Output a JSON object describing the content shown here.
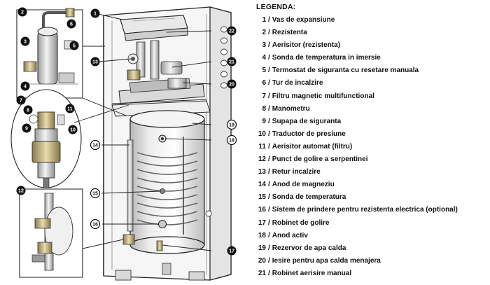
{
  "legend": {
    "title": "LEGENDA:",
    "items": [
      {
        "num": "1",
        "label": "Vas de expansiune"
      },
      {
        "num": "2",
        "label": "Rezistenta"
      },
      {
        "num": "3",
        "label": "Aerisitor (rezistenta)"
      },
      {
        "num": "4",
        "label": "Sonda de temperatura in imersie"
      },
      {
        "num": "5",
        "label": "Termostat de siguranta cu resetare manuala"
      },
      {
        "num": "6",
        "label": "Tur de incalzire"
      },
      {
        "num": "7",
        "label": "Filtru magnetic multifunctional"
      },
      {
        "num": "8",
        "label": "Manometru"
      },
      {
        "num": "9",
        "label": "Supapa de siguranta"
      },
      {
        "num": "10",
        "label": "Traductor de presiune"
      },
      {
        "num": "11",
        "label": "Aerisitor automat (filtru)"
      },
      {
        "num": "12",
        "label": "Punct de golire a serpentinei"
      },
      {
        "num": "13",
        "label": "Retur incalzire"
      },
      {
        "num": "14",
        "label": "Anod de magneziu"
      },
      {
        "num": "15",
        "label": "Sonda de temperatura"
      },
      {
        "num": "16",
        "label": "Sistem de prindere pentru rezistenta electrica (optional)"
      },
      {
        "num": "17",
        "label": "Robinet de golire"
      },
      {
        "num": "18",
        "label": "Anod activ"
      },
      {
        "num": "19",
        "label": "Rezervor de apa calda"
      },
      {
        "num": "20",
        "label": "Iesire pentru apa calda menajera"
      },
      {
        "num": "21",
        "label": "Robinet aerisire manual"
      }
    ]
  },
  "callouts": {
    "c1": "1",
    "c2": "2",
    "c3": "3",
    "c4": "4",
    "c5": "5",
    "c6": "6",
    "c7": "7",
    "c8": "8",
    "c9": "9",
    "c10": "10",
    "c11": "11",
    "c12": "12",
    "c13": "13",
    "c14": "14",
    "c15": "15",
    "c16": "16",
    "c17": "17",
    "c18": "18",
    "c19": "19",
    "c20": "20",
    "c21": "21",
    "c22": "22"
  }
}
